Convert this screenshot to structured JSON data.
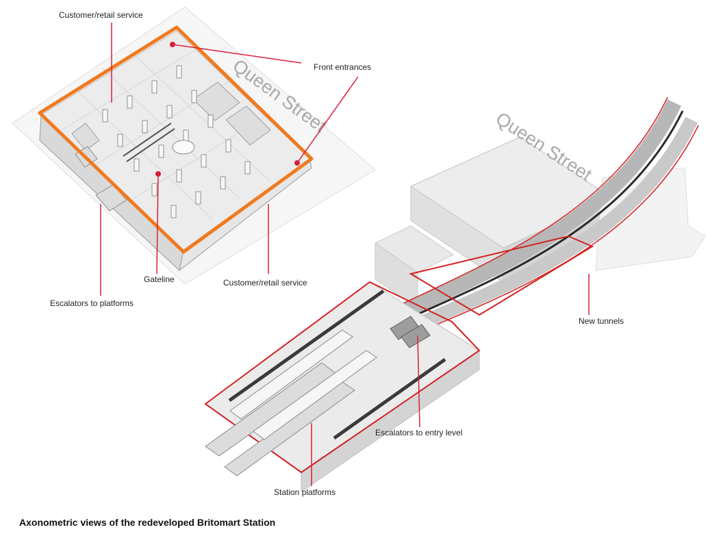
{
  "colors": {
    "accent_orange": "#f07a1f",
    "callout_red": "#d81e3a",
    "outline_red": "#d42020",
    "structure_grey": "#c8c8c8",
    "street_text": "#a9a9a9"
  },
  "diagram": {
    "left_view": {
      "street_name": "Queen Street",
      "labels": {
        "customer_retail_top": "Customer/retail service",
        "front_entrances": "Front entrances",
        "gateline": "Gateline",
        "customer_retail_bottom": "Customer/retail service",
        "escalators_platforms": "Escalators to platforms"
      }
    },
    "right_view": {
      "street_name": "Queen Street",
      "labels": {
        "new_tunnels": "New tunnels",
        "escalators_entry": "Escalators to entry level",
        "station_platforms": "Station platforms"
      }
    }
  },
  "caption": "Axonometric views of the redeveloped Britomart Station"
}
